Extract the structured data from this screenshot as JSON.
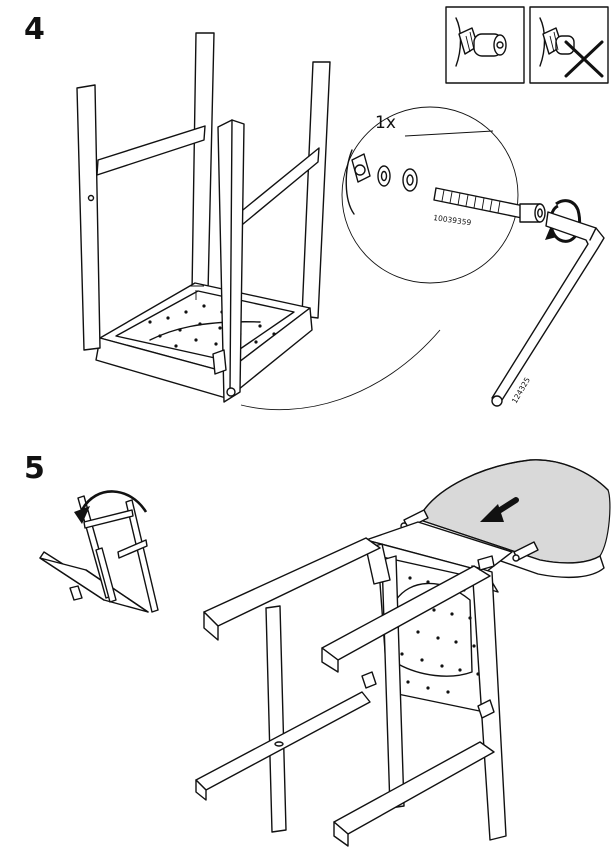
{
  "steps": [
    {
      "number": "4",
      "quantity": "1x",
      "bolt_part": "10039359",
      "key_part": "124325"
    },
    {
      "number": "5"
    }
  ],
  "icons": [
    "correct-bolt-seat-icon",
    "wrong-bolt-seat-icon",
    "allen-key-icon",
    "rotate-arrow-icon",
    "push-arrow-icon"
  ]
}
